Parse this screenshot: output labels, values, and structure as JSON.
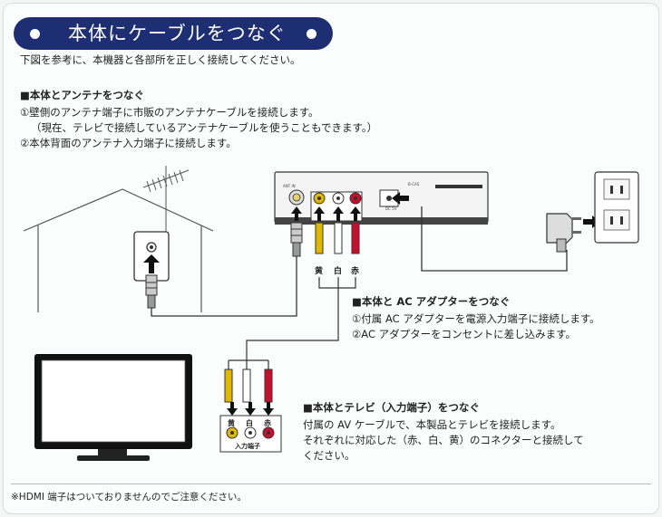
{
  "title": "本体にケーブルをつなぐ",
  "intro": "下図を参考に、本機器と各部所を正しく接続してください。",
  "antenna": {
    "heading": "■本体とアンテナをつなぐ",
    "lines": [
      "①壁側のアンテナ端子に市販のアンテナケーブルを接続します。",
      "（現在、テレビで接続しているアンテナケーブルを使うこともできます。）",
      "②本体背面のアンテナ入力端子に接続します。"
    ]
  },
  "ac": {
    "heading": "■本体と AC アダプターをつなぐ",
    "lines": [
      "①付属 AC アダプターを電源入力端子に接続します。",
      "②AC アダプターをコンセントに差し込みます。"
    ]
  },
  "tv": {
    "heading": "■本体とテレビ（入力端子）をつなぐ",
    "lines": [
      "付属の AV ケーブルで、本製品とテレビを接続します。",
      "それぞれに対応した（赤、白、黄）のコネクターと接続して",
      "ください。"
    ]
  },
  "diagram": {
    "plug_labels": [
      "黄",
      "白",
      "赤"
    ],
    "tv_jack_labels": [
      "黄",
      "白",
      "赤"
    ],
    "tv_jack_caption": "入力端子",
    "device_marks": [
      "B-CAS",
      "DC 5V",
      "ANT IN"
    ]
  },
  "footnote": "※HDMI 端子はついておりませんのでご注意ください。",
  "colors": {
    "title_bg": "#1d2f72",
    "yellow": "#e0b800",
    "white": "#ffffff",
    "red": "#c8102e",
    "arrow": "#111111"
  }
}
